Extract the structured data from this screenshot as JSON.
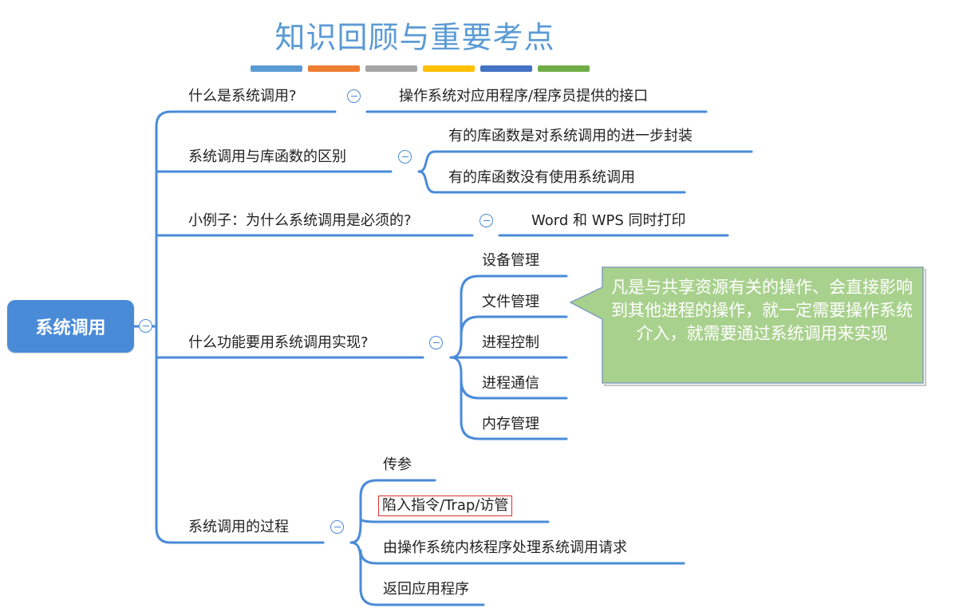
{
  "title": "知识回顾与重要考点",
  "color_bars": [
    "#5b9bd5",
    "#ed7d31",
    "#a5a5a5",
    "#ffc000",
    "#4472c4",
    "#70ad47"
  ],
  "accent_color": "#4a8bd8",
  "root": "系统调用",
  "branches": {
    "what": {
      "label": "什么是系统调用?",
      "children": [
        "操作系统对应用程序/程序员提供的接口"
      ]
    },
    "diff": {
      "label": "系统调用与库函数的区别",
      "children": [
        "有的库函数是对系统调用的进一步封装",
        "有的库函数没有使用系统调用"
      ]
    },
    "example": {
      "label": "小例子：为什么系统调用是必须的?",
      "children": [
        "Word 和 WPS 同时打印"
      ]
    },
    "functions": {
      "label": "什么功能要用系统调用实现?",
      "children": [
        "设备管理",
        "文件管理",
        "进程控制",
        "进程通信",
        "内存管理"
      ]
    },
    "process": {
      "label": "系统调用的过程",
      "children": [
        "传参",
        "陷入指令/Trap/访管",
        "由操作系统内核程序处理系统调用请求",
        "返回应用程序"
      ]
    }
  },
  "callout": {
    "text": "凡是与共享资源有关的操作、会直接影响到其他进程的操作，就一定需要操作系统介入，就需要通过系统调用来实现",
    "fill_color": "#a9d18e",
    "border_color": "#7f9db9"
  }
}
